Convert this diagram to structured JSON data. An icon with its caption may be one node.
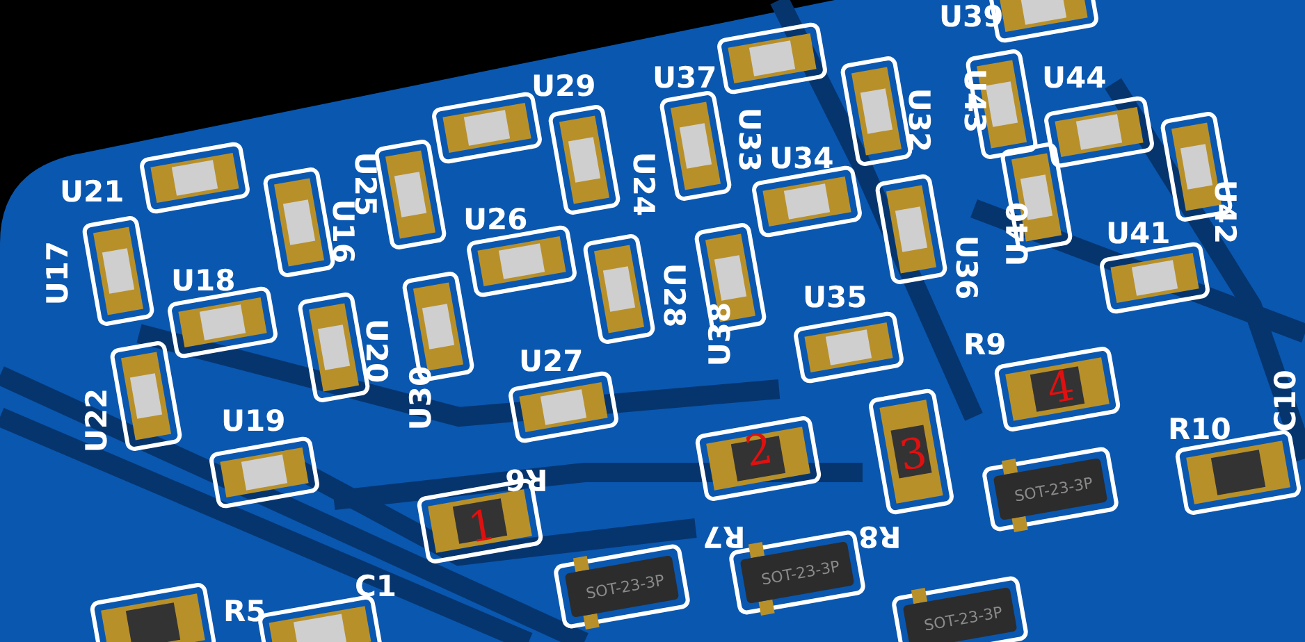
{
  "diagram": {
    "labels": [
      "U39",
      "U29",
      "U37",
      "U32",
      "U43",
      "U44",
      "U21",
      "U33",
      "U25",
      "U24",
      "U34",
      "U16",
      "U26",
      "U40",
      "U42",
      "U17",
      "U18",
      "U36",
      "U41",
      "U28",
      "U38",
      "U35",
      "U20",
      "U30",
      "U27",
      "R9",
      "4",
      "U22",
      "U19",
      "R10",
      "C10",
      "R6",
      "2",
      "3",
      "SOT-23-3P",
      "1",
      "R7",
      "R8",
      "R5",
      "C1",
      "SOT-23-3P",
      "SOT-23-3P",
      "SOT-23-3P"
    ]
  }
}
